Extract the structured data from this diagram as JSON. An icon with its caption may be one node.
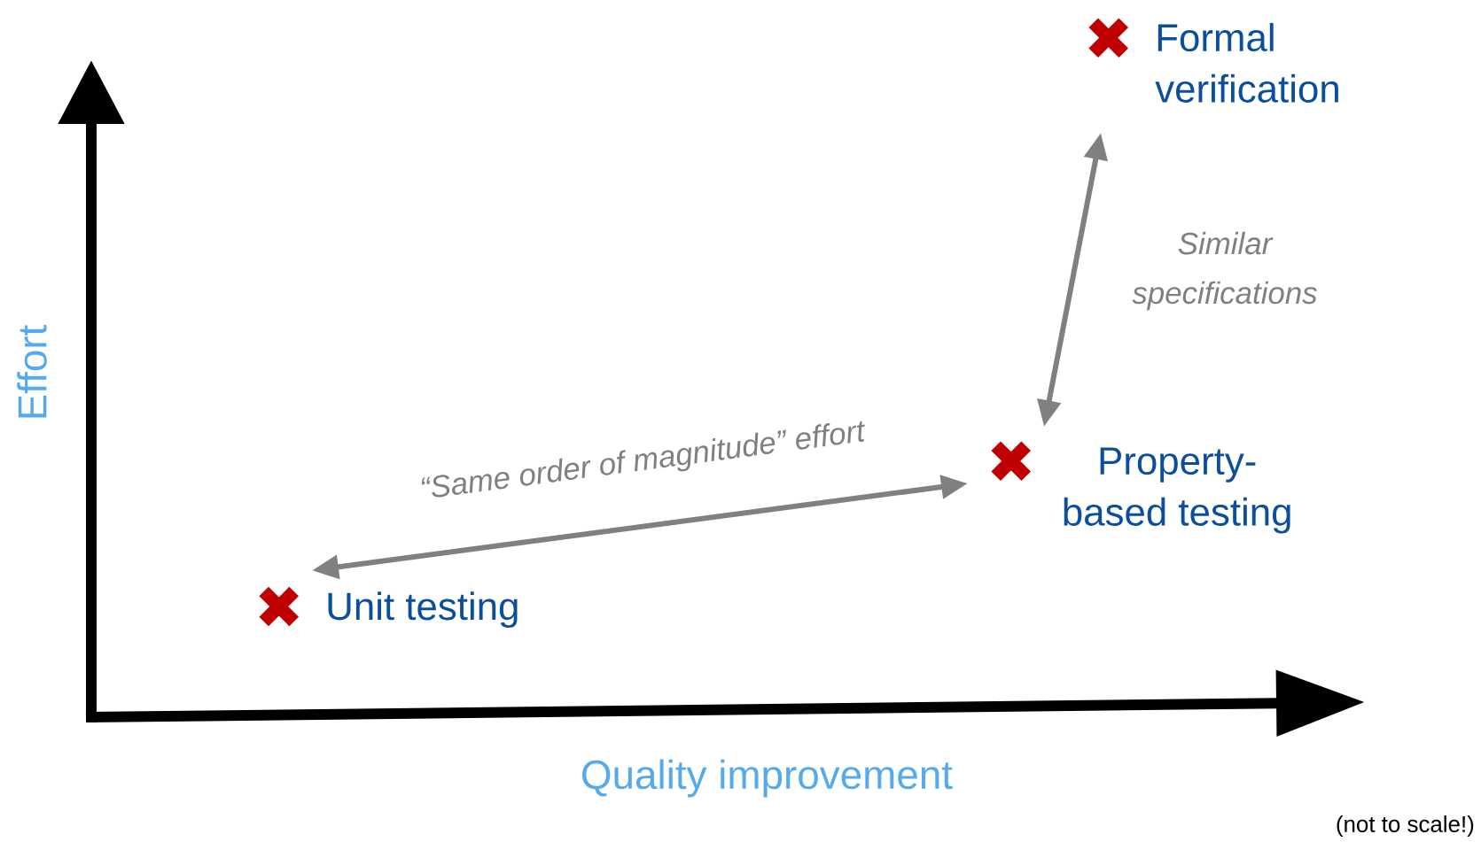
{
  "diagram": {
    "nodes": [
      {
        "text": [
          "Unit testing"
        ]
      },
      {
        "text": [
          "Property-based testing"
        ]
      },
      {
        "text": [
          "Formal verification"
        ]
      }
    ],
    "edges": [
      {
        "from": 0,
        "to": 1,
        "arrow": "both",
        "label": "“Same order of magnitude” effort"
      },
      {
        "from": 1,
        "to": 2,
        "arrow": "both",
        "label": "Similar specifications"
      }
    ],
    "labels": [
      "Effort",
      "Quality improvement",
      "(not to scale!)"
    ]
  }
}
